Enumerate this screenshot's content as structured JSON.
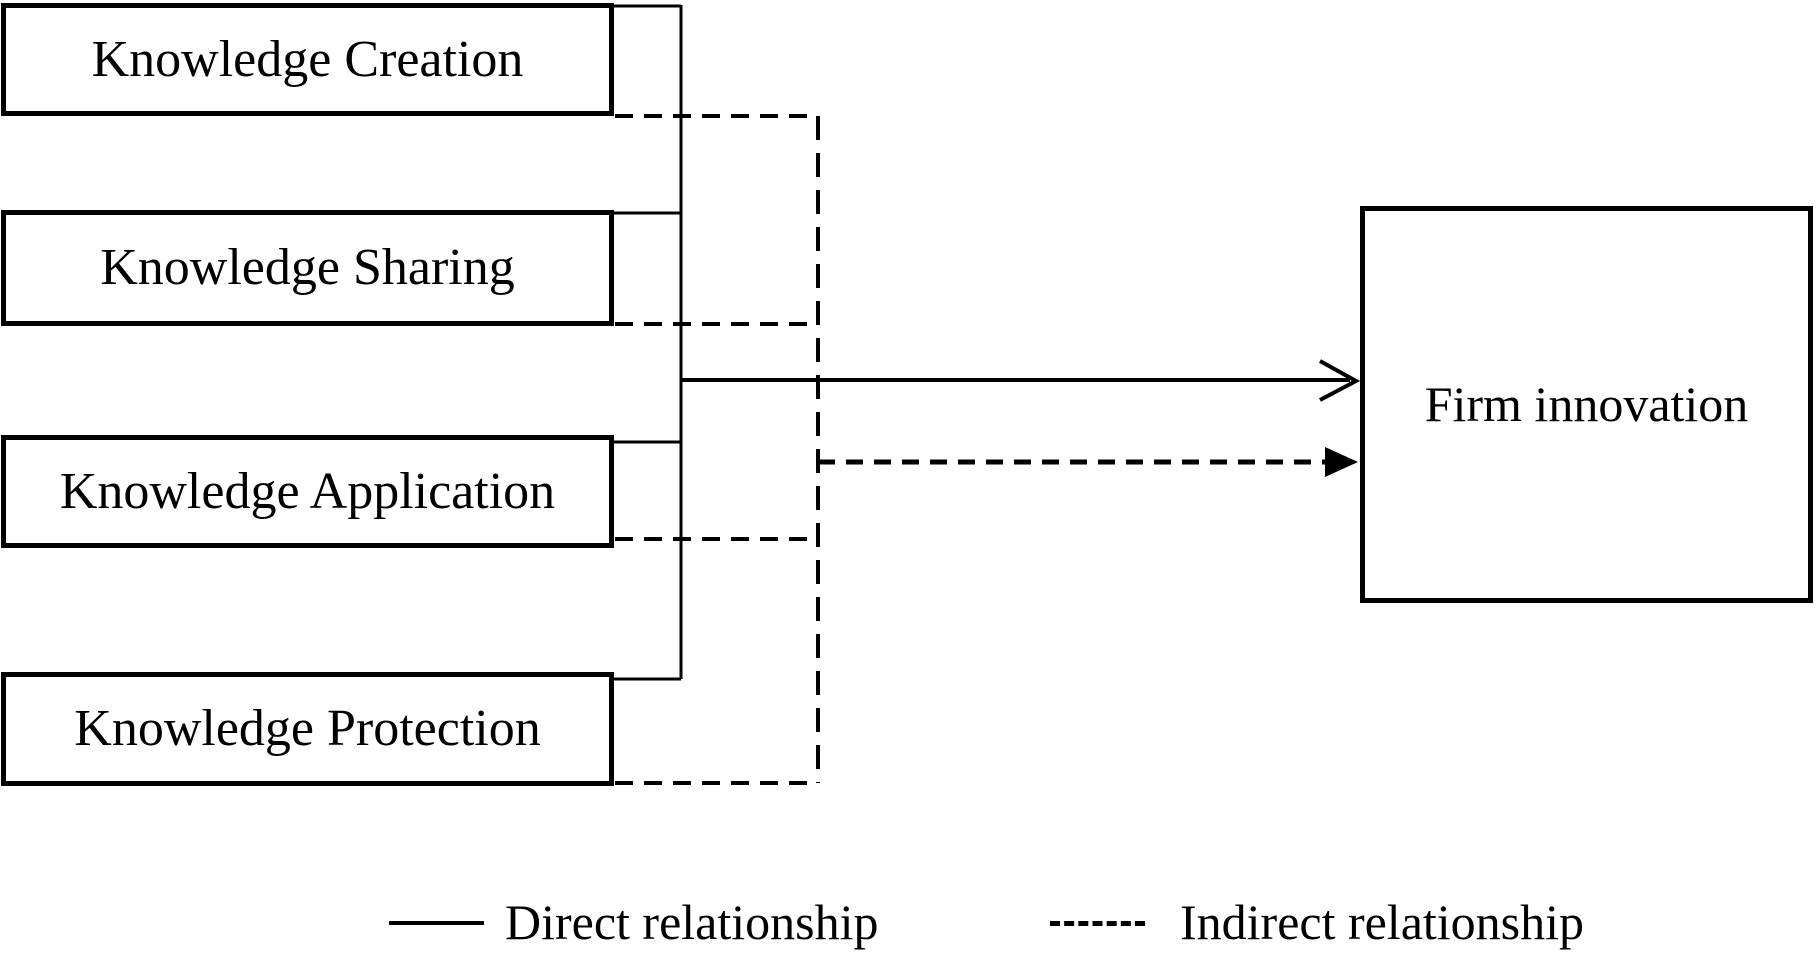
{
  "diagram": {
    "title_implicit": "Knowledge management processes and firm innovation",
    "nodes": {
      "creation": {
        "label": "Knowledge Creation"
      },
      "sharing": {
        "label": "Knowledge Sharing"
      },
      "application": {
        "label": "Knowledge Application"
      },
      "protection": {
        "label": "Knowledge Protection"
      },
      "firm": {
        "label": "Firm innovation"
      }
    },
    "edges": [
      {
        "from": "creation",
        "to": "firm",
        "type": "direct",
        "line": "solid"
      },
      {
        "from": "sharing",
        "to": "firm",
        "type": "direct",
        "line": "solid"
      },
      {
        "from": "application",
        "to": "firm",
        "type": "direct",
        "line": "solid"
      },
      {
        "from": "protection",
        "to": "firm",
        "type": "direct",
        "line": "solid"
      },
      {
        "from": "creation",
        "to": "firm",
        "type": "indirect",
        "line": "dashed"
      },
      {
        "from": "sharing",
        "to": "firm",
        "type": "indirect",
        "line": "dashed"
      },
      {
        "from": "application",
        "to": "firm",
        "type": "indirect",
        "line": "dashed"
      },
      {
        "from": "protection",
        "to": "firm",
        "type": "indirect",
        "line": "dashed"
      }
    ],
    "legend": {
      "direct": {
        "label": "Direct relationship",
        "line": "solid"
      },
      "indirect": {
        "label": "Indirect relationship",
        "line": "dashed"
      }
    },
    "colors": {
      "line": "#000000",
      "background": "#ffffff",
      "box_fill": "#ffffff",
      "text": "#000000"
    }
  }
}
